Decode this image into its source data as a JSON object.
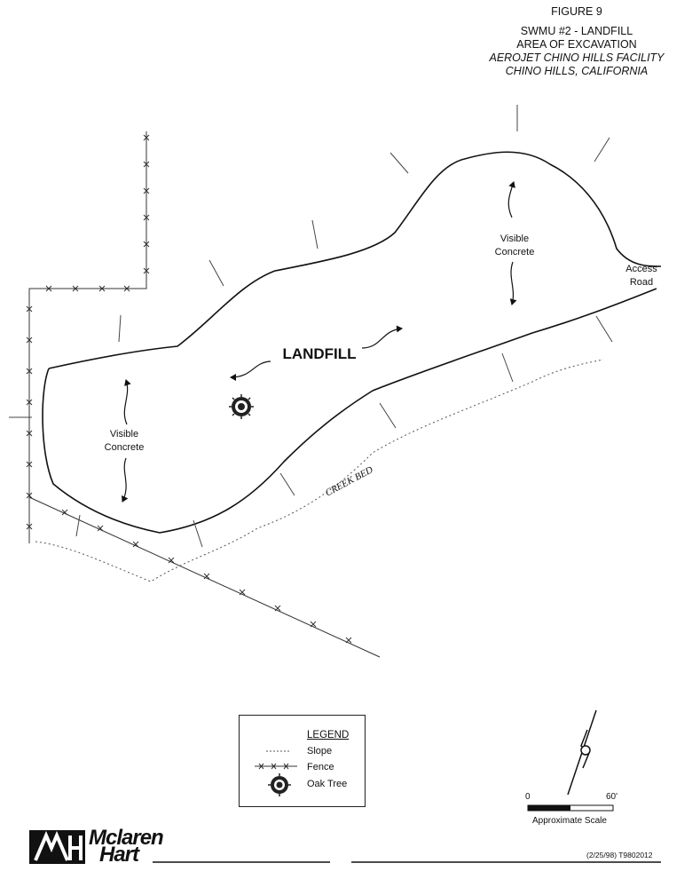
{
  "title": {
    "figure": "FIGURE 9",
    "line1": "SWMU #2 - LANDFILL",
    "line2": "AREA OF EXCAVATION",
    "line3": "AEROJET CHINO HILLS FACILITY",
    "line4": "CHINO HILLS, CALIFORNIA"
  },
  "map": {
    "landfill": "LANDFILL",
    "visible_concrete_line1": "Visible",
    "visible_concrete_line2": "Concrete",
    "access_road_line1": "Access",
    "access_road_line2": "Road",
    "creek_bed": "CREEK BED"
  },
  "legend": {
    "title": "LEGEND",
    "items": [
      {
        "label": "Slope",
        "icon": "slope-icon"
      },
      {
        "label": "Fence",
        "icon": "fence-icon"
      },
      {
        "label": "Oak Tree",
        "icon": "oak-tree-icon"
      }
    ]
  },
  "scale": {
    "zero": "0",
    "max": "60'",
    "caption": "Approximate Scale"
  },
  "logo": {
    "line1": "Mclaren",
    "line2": "Hart"
  },
  "footer": {
    "note": "(2/25/98)  T9802012"
  }
}
